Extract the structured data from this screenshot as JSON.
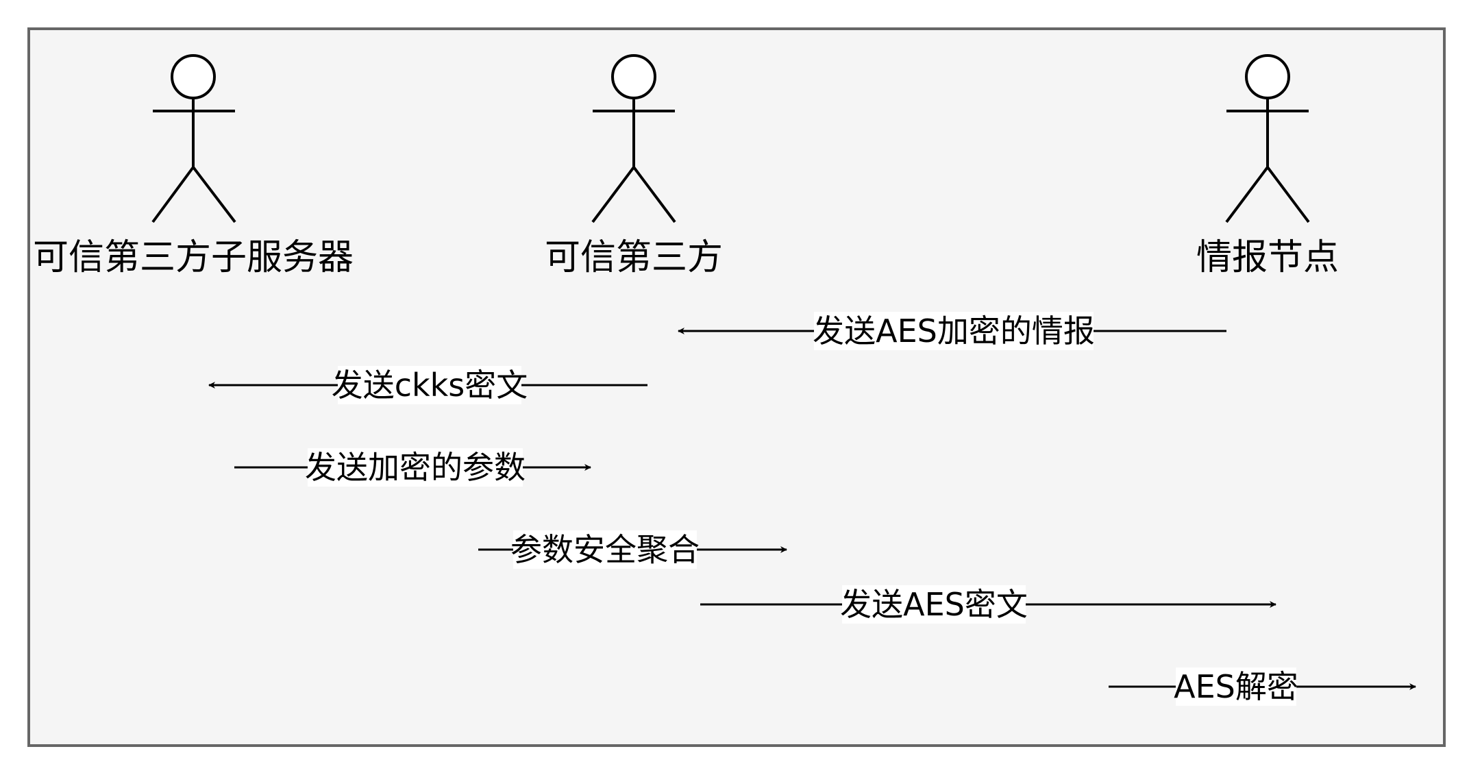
{
  "diagram": {
    "actors": [
      {
        "id": "sub-server",
        "label": "可信第三方子服务器"
      },
      {
        "id": "ttp",
        "label": "可信第三方"
      },
      {
        "id": "intel-node",
        "label": "情报节点"
      }
    ],
    "messages": [
      {
        "label": "发送AES加密的情报",
        "direction": "left"
      },
      {
        "label": "发送ckks密文",
        "direction": "left"
      },
      {
        "label": "发送加密的参数",
        "direction": "right"
      },
      {
        "label": "参数安全聚合",
        "direction": "right"
      },
      {
        "label": "发送AES密文",
        "direction": "right"
      },
      {
        "label": "AES解密",
        "direction": "right"
      }
    ],
    "colors": {
      "frame_fill": "#f5f5f5",
      "frame_stroke": "#666666",
      "line": "#000000",
      "label_bg": "#ffffff"
    }
  }
}
